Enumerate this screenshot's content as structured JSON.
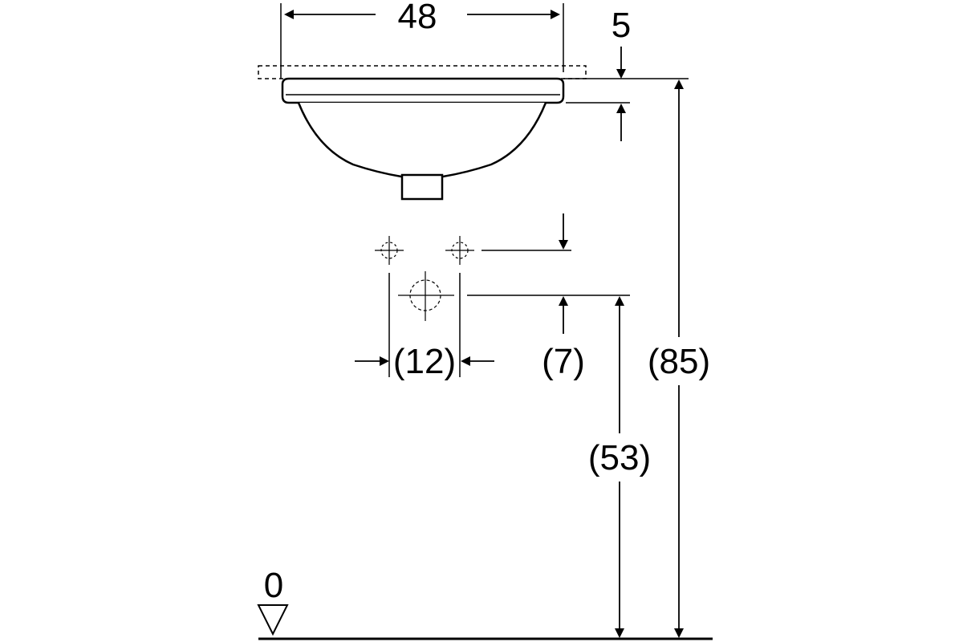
{
  "diagram": {
    "dimensions": {
      "width_top": "48",
      "rim_thickness": "5",
      "tap_hole_spacing": "(12)",
      "tap_to_waste_offset": "(7)",
      "waste_height": "(53)",
      "overall_height": "(85)",
      "floor_reference": "0"
    }
  }
}
